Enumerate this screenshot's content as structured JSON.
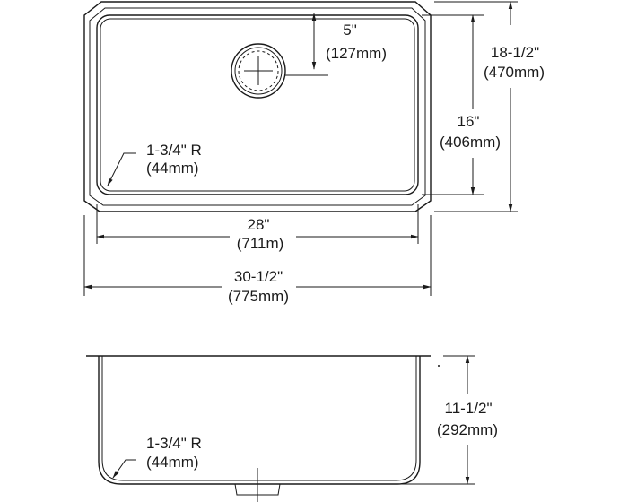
{
  "top_view": {
    "drain_offset": {
      "inches": "5\"",
      "mm": "(127mm)"
    },
    "corner_radius": {
      "inches": "1-3/4\" R",
      "mm": "(44mm)"
    },
    "bowl_width": {
      "inches": "28\"",
      "mm": "(711m)"
    },
    "overall_width": {
      "inches": "30-1/2\"",
      "mm": "(775mm)"
    },
    "bowl_depth": {
      "inches": "16\"",
      "mm": "(406mm)"
    },
    "overall_depth": {
      "inches": "18-1/2\"",
      "mm": "(470mm)"
    }
  },
  "side_view": {
    "bowl_height": {
      "inches": "11-1/2\"",
      "mm": "(292mm)"
    },
    "corner_radius": {
      "inches": "1-3/4\" R",
      "mm": "(44mm)"
    }
  }
}
